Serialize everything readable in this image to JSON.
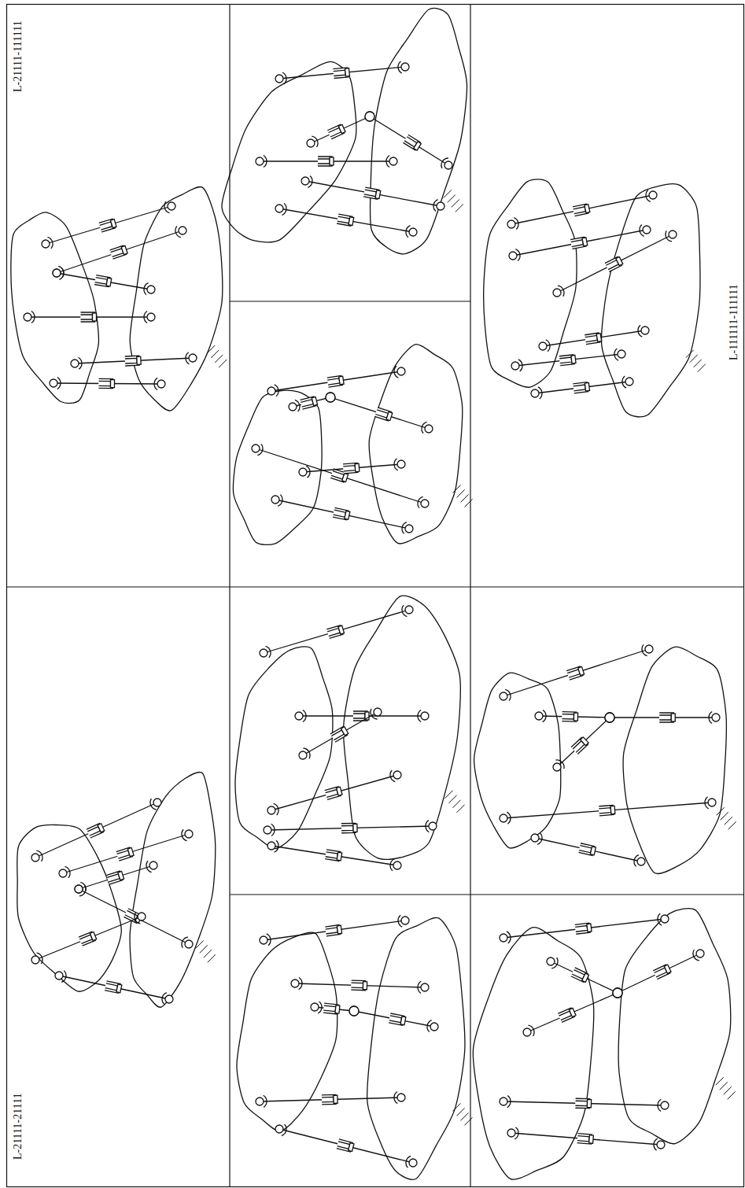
{
  "diagram": {
    "labels": [
      "L-21111-111111",
      "L-111111-111111",
      "L-21111-21111"
    ]
  }
}
